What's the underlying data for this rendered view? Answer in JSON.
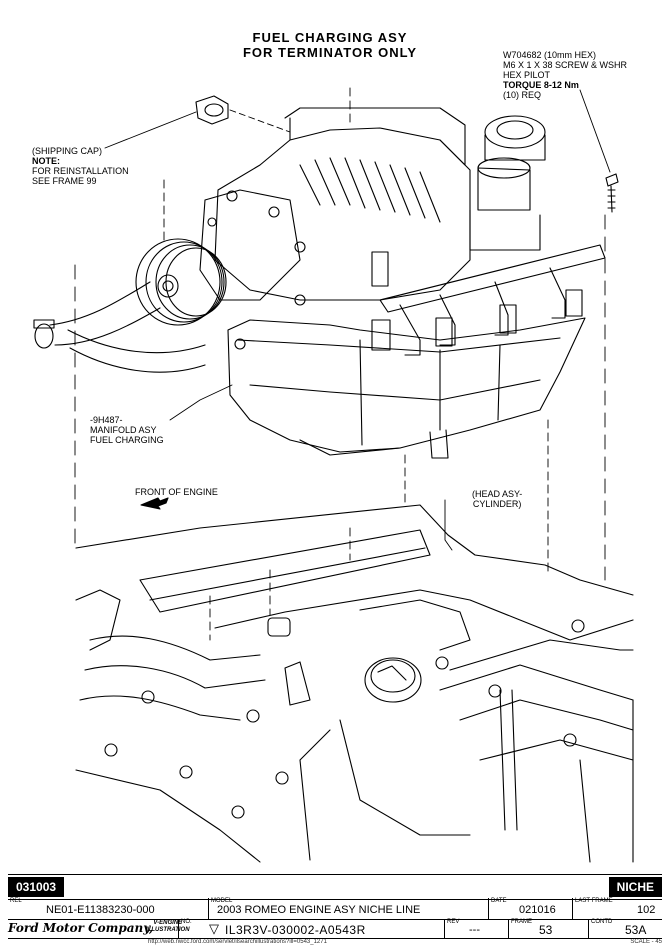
{
  "title": {
    "line1": "FUEL CHARGING ASY",
    "line2": "FOR TERMINATOR ONLY"
  },
  "callouts": {
    "screw": {
      "part": "W704682 (10mm HEX)",
      "desc1": "M6 X 1 X 38 SCREW & WSHR",
      "desc2": "HEX PILOT",
      "torque": "TORQUE 8-12 Nm",
      "qty": "(10) REQ"
    },
    "cap": {
      "name": "(SHIPPING CAP)",
      "note": "NOTE:",
      "text1": "FOR REINSTALLATION",
      "text2": "SEE FRAME 99"
    },
    "manifold": {
      "part": "-9H487-",
      "line1": "MANIFOLD ASY",
      "line2": "FUEL CHARGING"
    },
    "front": "FRONT OF ENGINE",
    "head": {
      "line1": "(HEAD ASY-",
      "line2": "CYLINDER)"
    }
  },
  "title_block": {
    "code": "031003",
    "niche": "NICHE",
    "rel_label": "REL",
    "rel": "NE01-E11383230-000",
    "model_label": "MODEL",
    "model": "2003 ROMEO ENGINE ASY NICHE LINE",
    "date_label": "DATE",
    "date": "021016",
    "last_frame_label": "LAST FRAME",
    "last_frame": "102",
    "logo": "Ford Motor Company,",
    "logo_sub1": "V-ENGINE",
    "logo_sub2": "ILLUSTRATION",
    "no_label": "NO.",
    "number": "IL3R3V-030002-A0543R",
    "rev_label": "REV",
    "rev": "---",
    "frame_label": "FRAME",
    "frame": "53",
    "contd_label": "CONTD",
    "contd": "53A",
    "footer": "http://web.nwcc.ford.com/servlet/ilsearchillustrations?ill=0543_1271",
    "scale": "SCALE - 45"
  }
}
